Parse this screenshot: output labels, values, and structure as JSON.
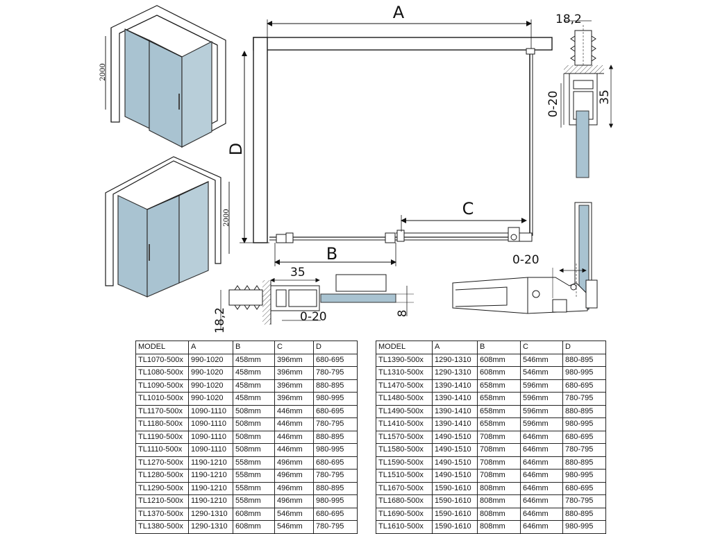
{
  "labels": {
    "A": "A",
    "B": "B",
    "C": "C",
    "D": "D",
    "dim_18_2_top": "18,2",
    "dim_35_right": "35",
    "dim_0_20_right": "0-20",
    "dim_35_bottom": "35",
    "dim_18_2_bottom": "18,2",
    "dim_0_20_bottom": "0-20",
    "dim_8": "8",
    "dim_0_20_hinge": "0-20",
    "height_top": "2000",
    "height_bottom": "2000"
  },
  "tables": [
    {
      "headers": [
        "MODEL",
        "A",
        "B",
        "C",
        "D"
      ],
      "rows": [
        [
          "TL1070-500x",
          "990-1020",
          "458mm",
          "396mm",
          "680-695"
        ],
        [
          "TL1080-500x",
          "990-1020",
          "458mm",
          "396mm",
          "780-795"
        ],
        [
          "TL1090-500x",
          "990-1020",
          "458mm",
          "396mm",
          "880-895"
        ],
        [
          "TL1010-500x",
          "990-1020",
          "458mm",
          "396mm",
          "980-995"
        ],
        [
          "TL1170-500x",
          "1090-1110",
          "508mm",
          "446mm",
          "680-695"
        ],
        [
          "TL1180-500x",
          "1090-1110",
          "508mm",
          "446mm",
          "780-795"
        ],
        [
          "TL1190-500x",
          "1090-1110",
          "508mm",
          "446mm",
          "880-895"
        ],
        [
          "TL1110-500x",
          "1090-1110",
          "508mm",
          "446mm",
          "980-995"
        ],
        [
          "TL1270-500x",
          "1190-1210",
          "558mm",
          "496mm",
          "680-695"
        ],
        [
          "TL1280-500x",
          "1190-1210",
          "558mm",
          "496mm",
          "780-795"
        ],
        [
          "TL1290-500x",
          "1190-1210",
          "558mm",
          "496mm",
          "880-895"
        ],
        [
          "TL1210-500x",
          "1190-1210",
          "558mm",
          "496mm",
          "980-995"
        ],
        [
          "TL1370-500x",
          "1290-1310",
          "608mm",
          "546mm",
          "680-695"
        ],
        [
          "TL1380-500x",
          "1290-1310",
          "608mm",
          "546mm",
          "780-795"
        ]
      ]
    },
    {
      "headers": [
        "MODEL",
        "A",
        "B",
        "C",
        "D"
      ],
      "rows": [
        [
          "TL1390-500x",
          "1290-1310",
          "608mm",
          "546mm",
          "880-895"
        ],
        [
          "TL1310-500x",
          "1290-1310",
          "608mm",
          "546mm",
          "980-995"
        ],
        [
          "TL1470-500x",
          "1390-1410",
          "658mm",
          "596mm",
          "680-695"
        ],
        [
          "TL1480-500x",
          "1390-1410",
          "658mm",
          "596mm",
          "780-795"
        ],
        [
          "TL1490-500x",
          "1390-1410",
          "658mm",
          "596mm",
          "880-895"
        ],
        [
          "TL1410-500x",
          "1390-1410",
          "658mm",
          "596mm",
          "980-995"
        ],
        [
          "TL1570-500x",
          "1490-1510",
          "708mm",
          "646mm",
          "680-695"
        ],
        [
          "TL1580-500x",
          "1490-1510",
          "708mm",
          "646mm",
          "780-795"
        ],
        [
          "TL1590-500x",
          "1490-1510",
          "708mm",
          "646mm",
          "880-895"
        ],
        [
          "TL1510-500x",
          "1490-1510",
          "708mm",
          "646mm",
          "980-995"
        ],
        [
          "TL1670-500x",
          "1590-1610",
          "808mm",
          "646mm",
          "680-695"
        ],
        [
          "TL1680-500x",
          "1590-1610",
          "808mm",
          "646mm",
          "780-795"
        ],
        [
          "TL1690-500x",
          "1590-1610",
          "808mm",
          "646mm",
          "880-895"
        ],
        [
          "TL1610-500x",
          "1590-1610",
          "808mm",
          "646mm",
          "980-995"
        ]
      ]
    }
  ],
  "colors": {
    "glass": "#a9c3d1",
    "wall": "#ffffff",
    "line": "#1a1a1a",
    "hatch": "#555555"
  }
}
